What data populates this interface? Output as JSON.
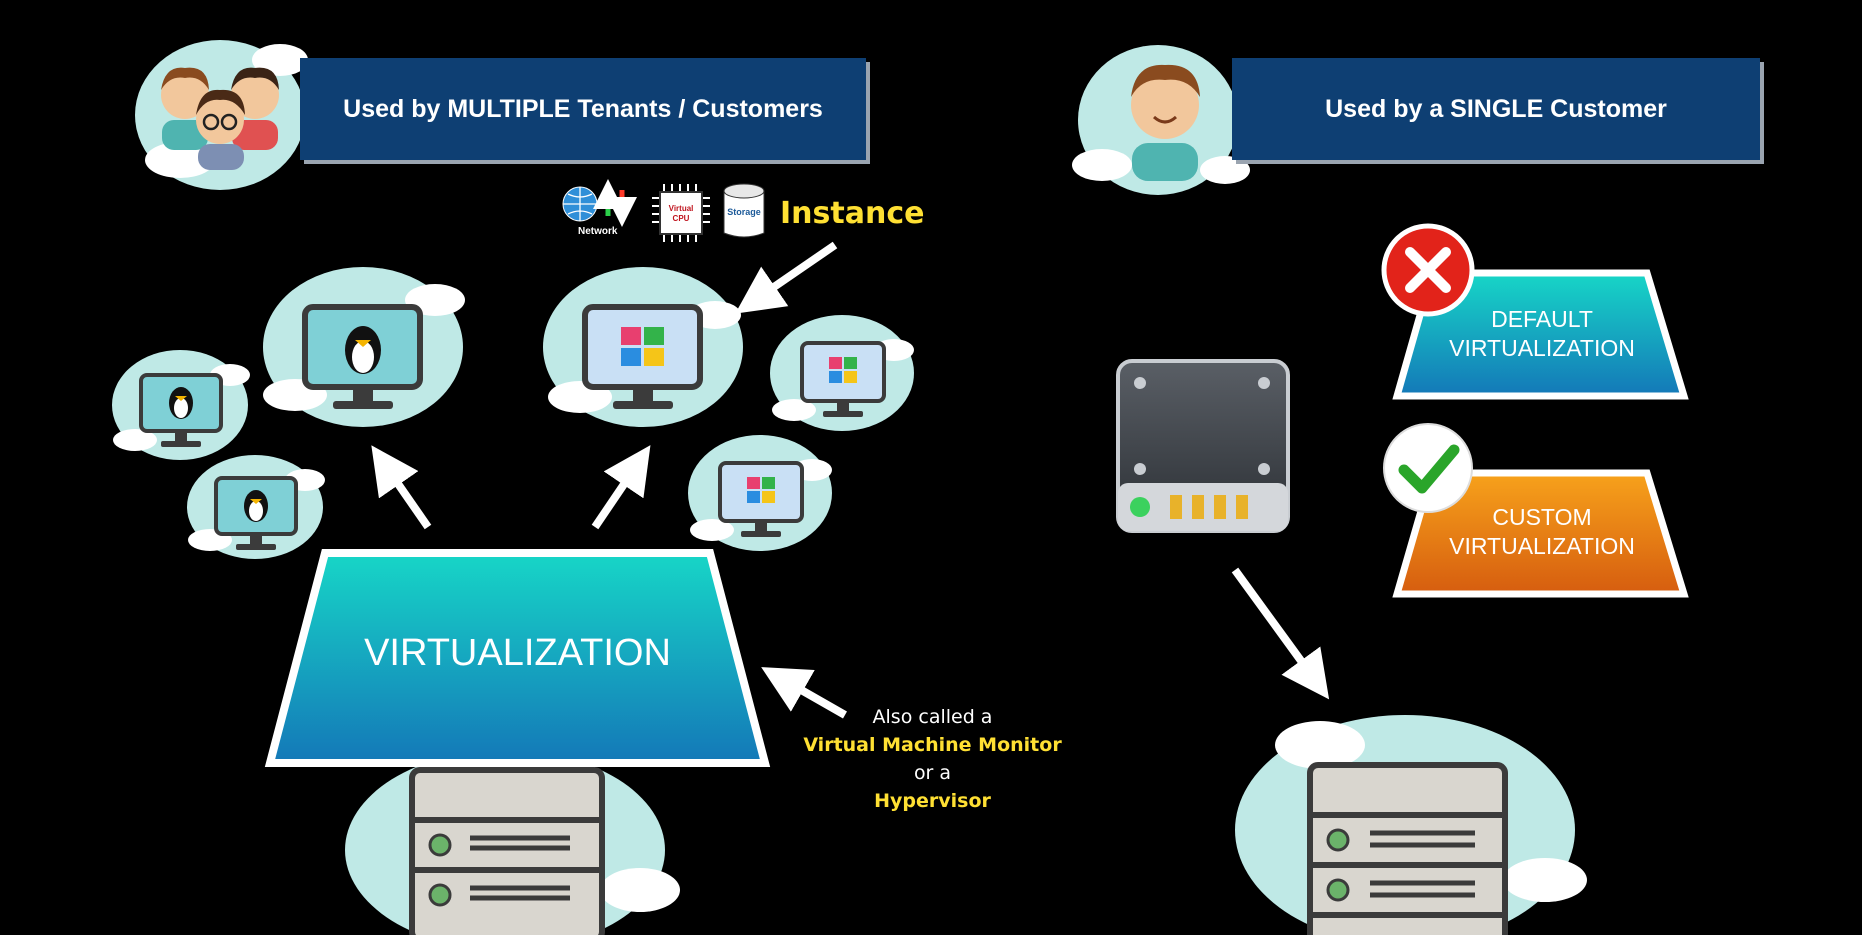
{
  "left": {
    "banner": "Used by MULTIPLE Tenants / Customers",
    "instance": {
      "label": "Instance",
      "icons": {
        "network": "Network",
        "cpu_line1": "Virtual",
        "cpu_line2": "CPU",
        "storage": "Storage"
      }
    },
    "virtualization": "VIRTUALIZATION",
    "note": {
      "line1": "Also called a",
      "line2": "Virtual Machine Monitor",
      "line3": "or a",
      "line4": "Hypervisor"
    }
  },
  "right": {
    "banner": "Used by a SINGLE Customer",
    "default_box": {
      "line1": "DEFAULT",
      "line2": "VIRTUALIZATION"
    },
    "custom_box": {
      "line1": "CUSTOM",
      "line2": "VIRTUALIZATION"
    }
  },
  "colors": {
    "banner": "#0e3f73",
    "teal_top": "#17d6c7",
    "teal_bottom": "#1478b8",
    "orange_top": "#f7a21b",
    "orange_bottom": "#d65d0f",
    "highlight_yellow": "#ffe033",
    "cloud": "#bfe9e6",
    "cross_red": "#e2231a",
    "check_green": "#2aa52a"
  }
}
